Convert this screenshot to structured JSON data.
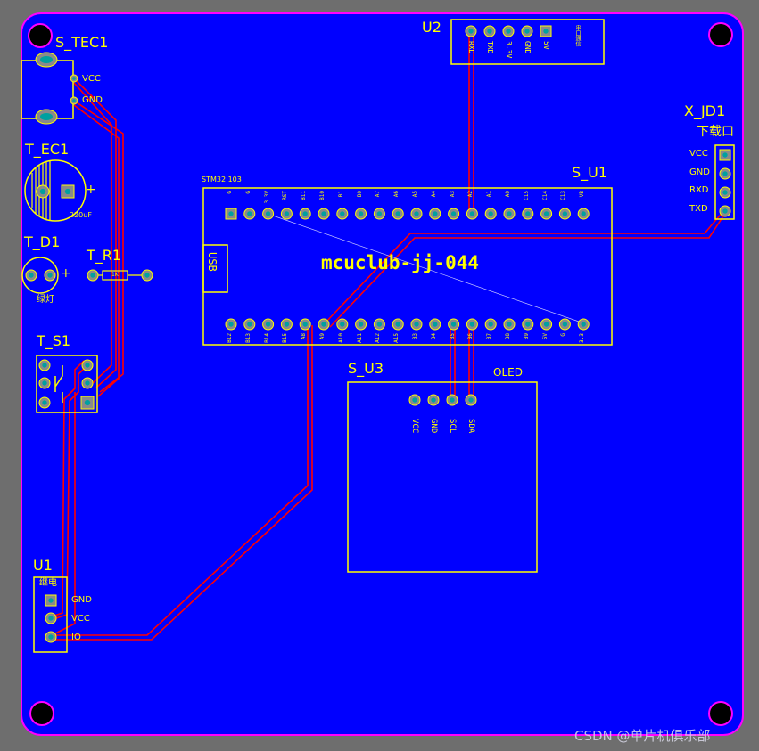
{
  "colors": {
    "board": "#0000ff",
    "silk": "#ffff00",
    "track": "#ff0000",
    "edge": "#ff00ff",
    "pad": "#808080",
    "pad_hole": "#00a0a0",
    "bg": "#6e6e6e"
  },
  "board_title": "mcuclub-jj-044",
  "components": {
    "s_tec1": {
      "ref": "S_TEC1",
      "pins": [
        "VCC",
        "GND"
      ]
    },
    "t_ec1": {
      "ref": "T_EC1",
      "value": "220uF",
      "plus": "+"
    },
    "t_d1": {
      "ref": "T_D1",
      "value": "绿灯",
      "plus": "+"
    },
    "t_r1": {
      "ref": "T_R1",
      "value": "1K"
    },
    "t_s1": {
      "ref": "T_S1"
    },
    "u1": {
      "ref": "U1",
      "title": "继电",
      "pins": [
        "GND",
        "VCC",
        "IO"
      ]
    },
    "u2": {
      "ref": "U2",
      "pins": [
        "RXD",
        "TXD",
        "3.3V",
        "GND",
        "5V"
      ],
      "note": "串口通信"
    },
    "x_jd1": {
      "ref": "X_JD1",
      "title": "下载口",
      "pins": [
        "VCC",
        "GND",
        "RXD",
        "TXD"
      ]
    },
    "s_u1": {
      "ref": "S_U1",
      "module": "STM32 103",
      "usb": "USB",
      "top_pins": [
        "G",
        "G",
        "3.3V",
        "RST",
        "B11",
        "B10",
        "B1",
        "B0",
        "A7",
        "A6",
        "A5",
        "A4",
        "A3",
        "A2",
        "A1",
        "A0",
        "C15",
        "C14",
        "C13",
        "VB"
      ],
      "bottom_pins": [
        "B12",
        "B13",
        "B14",
        "B15",
        "A8",
        "A9",
        "A10",
        "A11",
        "A12",
        "A15",
        "B3",
        "B4",
        "B5",
        "B6",
        "B7",
        "B8",
        "B9",
        "5V",
        "G",
        "3.3"
      ]
    },
    "s_u3": {
      "ref": "S_U3",
      "title": "OLED",
      "pins": [
        "VCC",
        "GND",
        "SCL",
        "SDA"
      ]
    }
  },
  "watermark": "CSDN @单片机俱乐部"
}
